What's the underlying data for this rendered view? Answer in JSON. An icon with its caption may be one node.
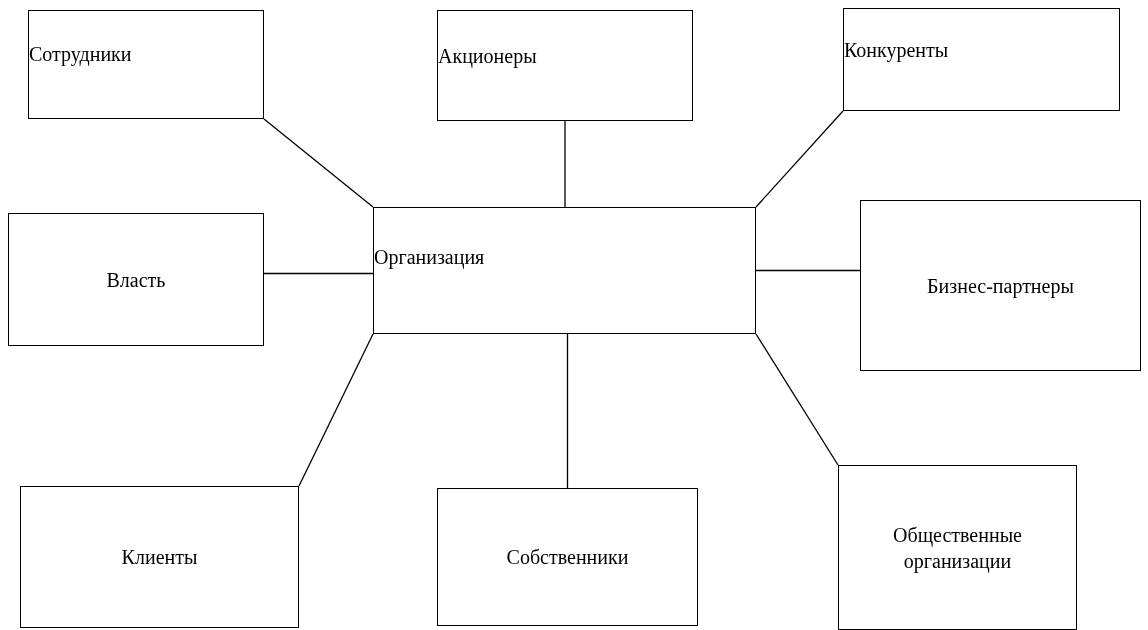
{
  "diagram": {
    "nodes": [
      {
        "text": [
          "Сотрудники"
        ]
      },
      {
        "text": [
          "Акционеры"
        ]
      },
      {
        "text": [
          "Конкуренты"
        ]
      },
      {
        "text": [
          "Власть"
        ]
      },
      {
        "text": [
          "Организация"
        ]
      },
      {
        "text": [
          "Бизнес-партнеры"
        ]
      },
      {
        "text": [
          "Клиенты"
        ]
      },
      {
        "text": [
          "Собственники"
        ]
      },
      {
        "text": [
          "Общественные организации"
        ]
      }
    ],
    "edges": [
      {
        "from": 4,
        "to": 0,
        "arrow": "none"
      },
      {
        "from": 4,
        "to": 1,
        "arrow": "none"
      },
      {
        "from": 4,
        "to": 2,
        "arrow": "none"
      },
      {
        "from": 4,
        "to": 3,
        "arrow": "none"
      },
      {
        "from": 4,
        "to": 5,
        "arrow": "none"
      },
      {
        "from": 4,
        "to": 6,
        "arrow": "none"
      },
      {
        "from": 4,
        "to": 7,
        "arrow": "none"
      },
      {
        "from": 4,
        "to": 8,
        "arrow": "none"
      }
    ]
  }
}
